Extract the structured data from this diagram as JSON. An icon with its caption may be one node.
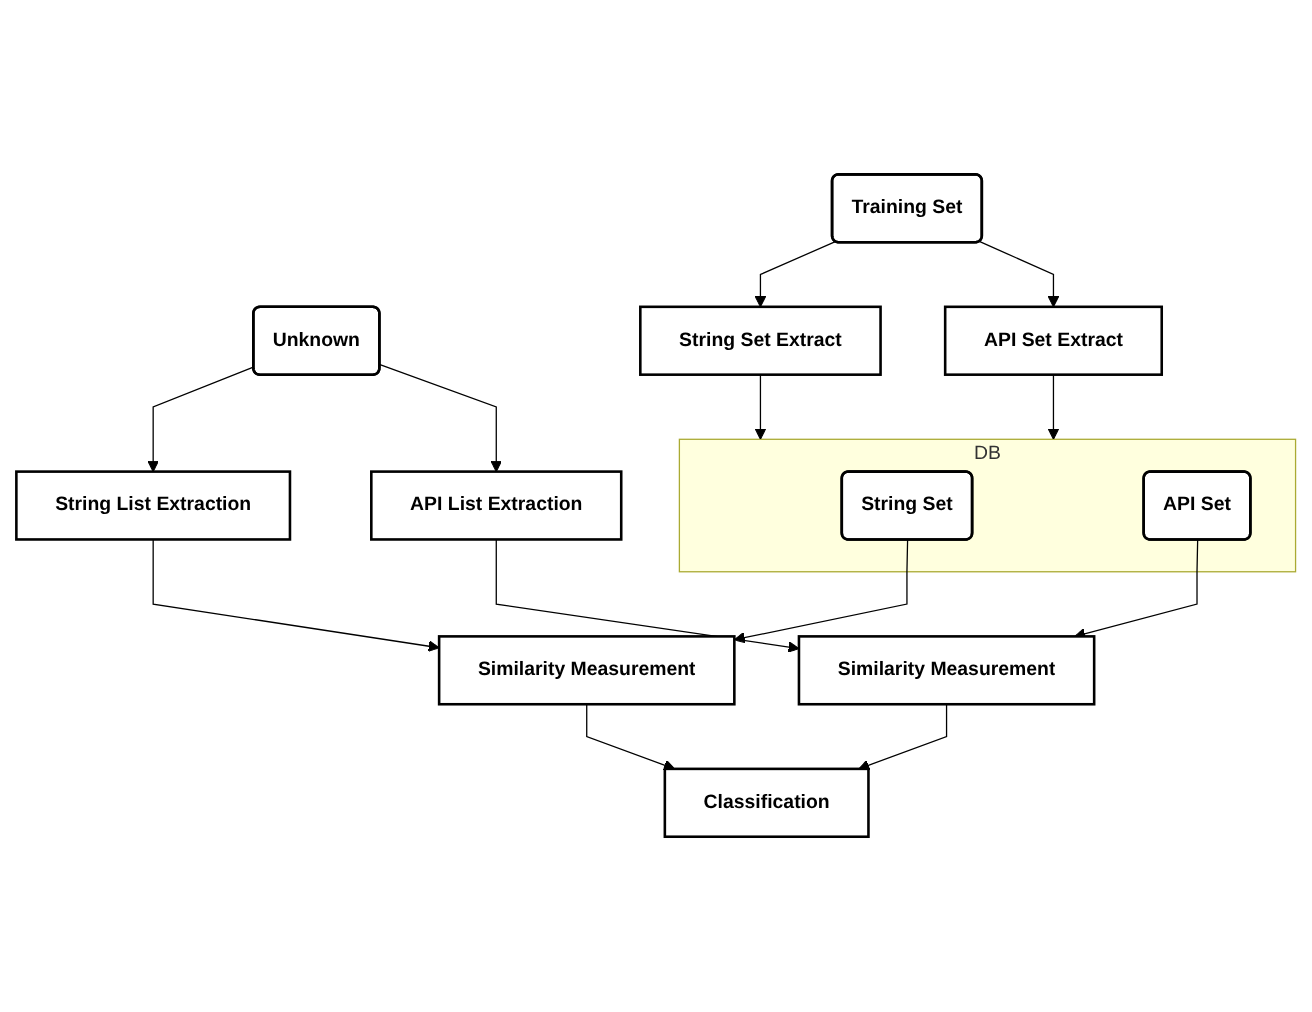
{
  "diagram": {
    "nodes": [
      {
        "text": [
          "Unknown"
        ]
      },
      {
        "text": [
          "String List Extraction"
        ]
      },
      {
        "text": [
          "Training Set"
        ]
      },
      {
        "text": [
          "API List Extraction"
        ]
      },
      {
        "text": [
          "String Set Extract"
        ]
      },
      {
        "text": [
          "API Set Extract"
        ]
      },
      {
        "text": [
          "DB"
        ]
      },
      {
        "text": [
          "String Set"
        ],
        "in": 6
      },
      {
        "text": [
          "API Set"
        ],
        "in": 6
      },
      {
        "text": [
          "Similarity Measurement"
        ]
      },
      {
        "text": [
          "Similarity Measurement"
        ]
      },
      {
        "text": [
          "Classification"
        ]
      }
    ],
    "edges": [
      {
        "from": 0,
        "to": 1,
        "arrow": "to"
      },
      {
        "from": 0,
        "to": 3,
        "arrow": "to"
      },
      {
        "from": 2,
        "to": 4,
        "arrow": "to"
      },
      {
        "from": 2,
        "to": 5,
        "arrow": "to"
      },
      {
        "from": 4,
        "to": 6,
        "arrow": "to"
      },
      {
        "from": 5,
        "to": 6,
        "arrow": "to"
      },
      {
        "from": 1,
        "to": 9,
        "arrow": "to"
      },
      {
        "from": 3,
        "to": 10,
        "arrow": "to"
      },
      {
        "from": 7,
        "to": 9,
        "arrow": "to"
      },
      {
        "from": 8,
        "to": 10,
        "arrow": "to"
      },
      {
        "from": 9,
        "to": 11,
        "arrow": "to"
      },
      {
        "from": 10,
        "to": 11,
        "arrow": "to"
      }
    ]
  }
}
